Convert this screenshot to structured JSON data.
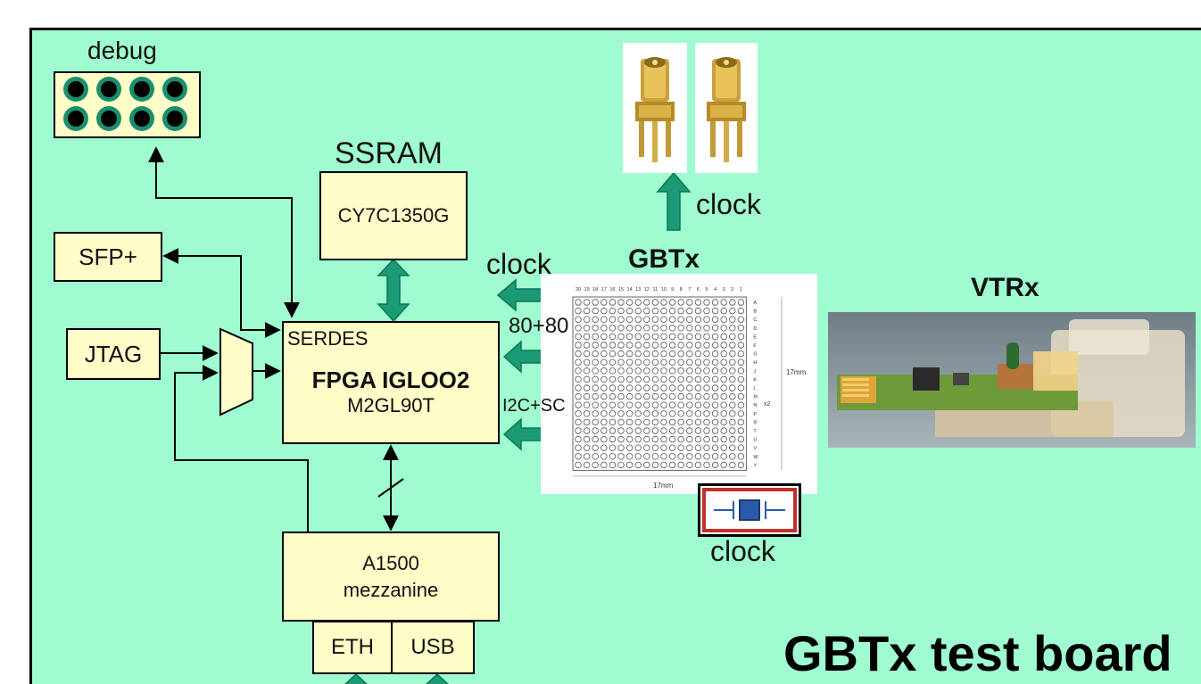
{
  "title": "GBTx test board",
  "colors": {
    "board": "#9ffbd0",
    "block_fill": "#fffdc8",
    "arrow_green": "#1a9b74",
    "crystal_red": "#c0302a"
  },
  "blocks": {
    "debug": {
      "label": "debug"
    },
    "ssram": {
      "title": "SSRAM",
      "part": "CY7C1350G"
    },
    "sfp": {
      "label": "SFP+"
    },
    "jtag": {
      "label": "JTAG"
    },
    "fpga": {
      "port": "SERDES",
      "name": "FPGA IGLOO2",
      "part": "M2GL90T"
    },
    "mezzanine": {
      "line1": "A1500",
      "line2": "mezzanine"
    },
    "eth": {
      "label": "ETH"
    },
    "usb": {
      "label": "USB"
    }
  },
  "signals": {
    "gbtx_clock": "clock",
    "ref_clock_out": "clock",
    "crystal_clock": "clock",
    "data_bus": "80+80",
    "control_bus": "I2C+SC"
  },
  "gbtx": {
    "title": "GBTx",
    "col_numbers": [
      "20",
      "19",
      "18",
      "17",
      "16",
      "15",
      "14",
      "13",
      "12",
      "11",
      "10",
      "9",
      "8",
      "7",
      "6",
      "5",
      "4",
      "3",
      "2",
      "1"
    ],
    "row_letters": [
      "A",
      "B",
      "C",
      "D",
      "E",
      "F",
      "G",
      "H",
      "J",
      "K",
      "L",
      "M",
      "N",
      "P",
      "R",
      "T",
      "U",
      "V",
      "W",
      "Y"
    ],
    "width_dim": "17mm",
    "height_dim": "17mm",
    "side_note": "x2"
  },
  "vtrx": {
    "title": "VTRx"
  }
}
